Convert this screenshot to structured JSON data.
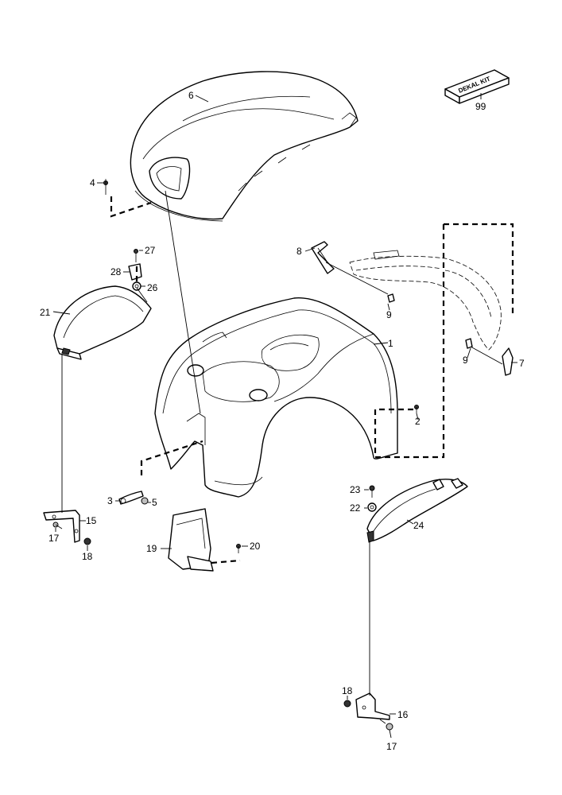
{
  "diagram": {
    "callouts": {
      "p1": "1",
      "p2": "2",
      "p3": "3",
      "p4": "4",
      "p5": "5",
      "p6": "6",
      "p7": "7",
      "p8": "8",
      "p9a": "9",
      "p9b": "9",
      "p15": "15",
      "p16": "16",
      "p17a": "17",
      "p17b": "17",
      "p18a": "18",
      "p18b": "18",
      "p19": "19",
      "p20": "20",
      "p21": "21",
      "p22": "22",
      "p23": "23",
      "p24": "24",
      "p26": "26",
      "p27": "27",
      "p28": "28",
      "p99": "99"
    },
    "kit_box_text": "DEKAL KIT"
  }
}
